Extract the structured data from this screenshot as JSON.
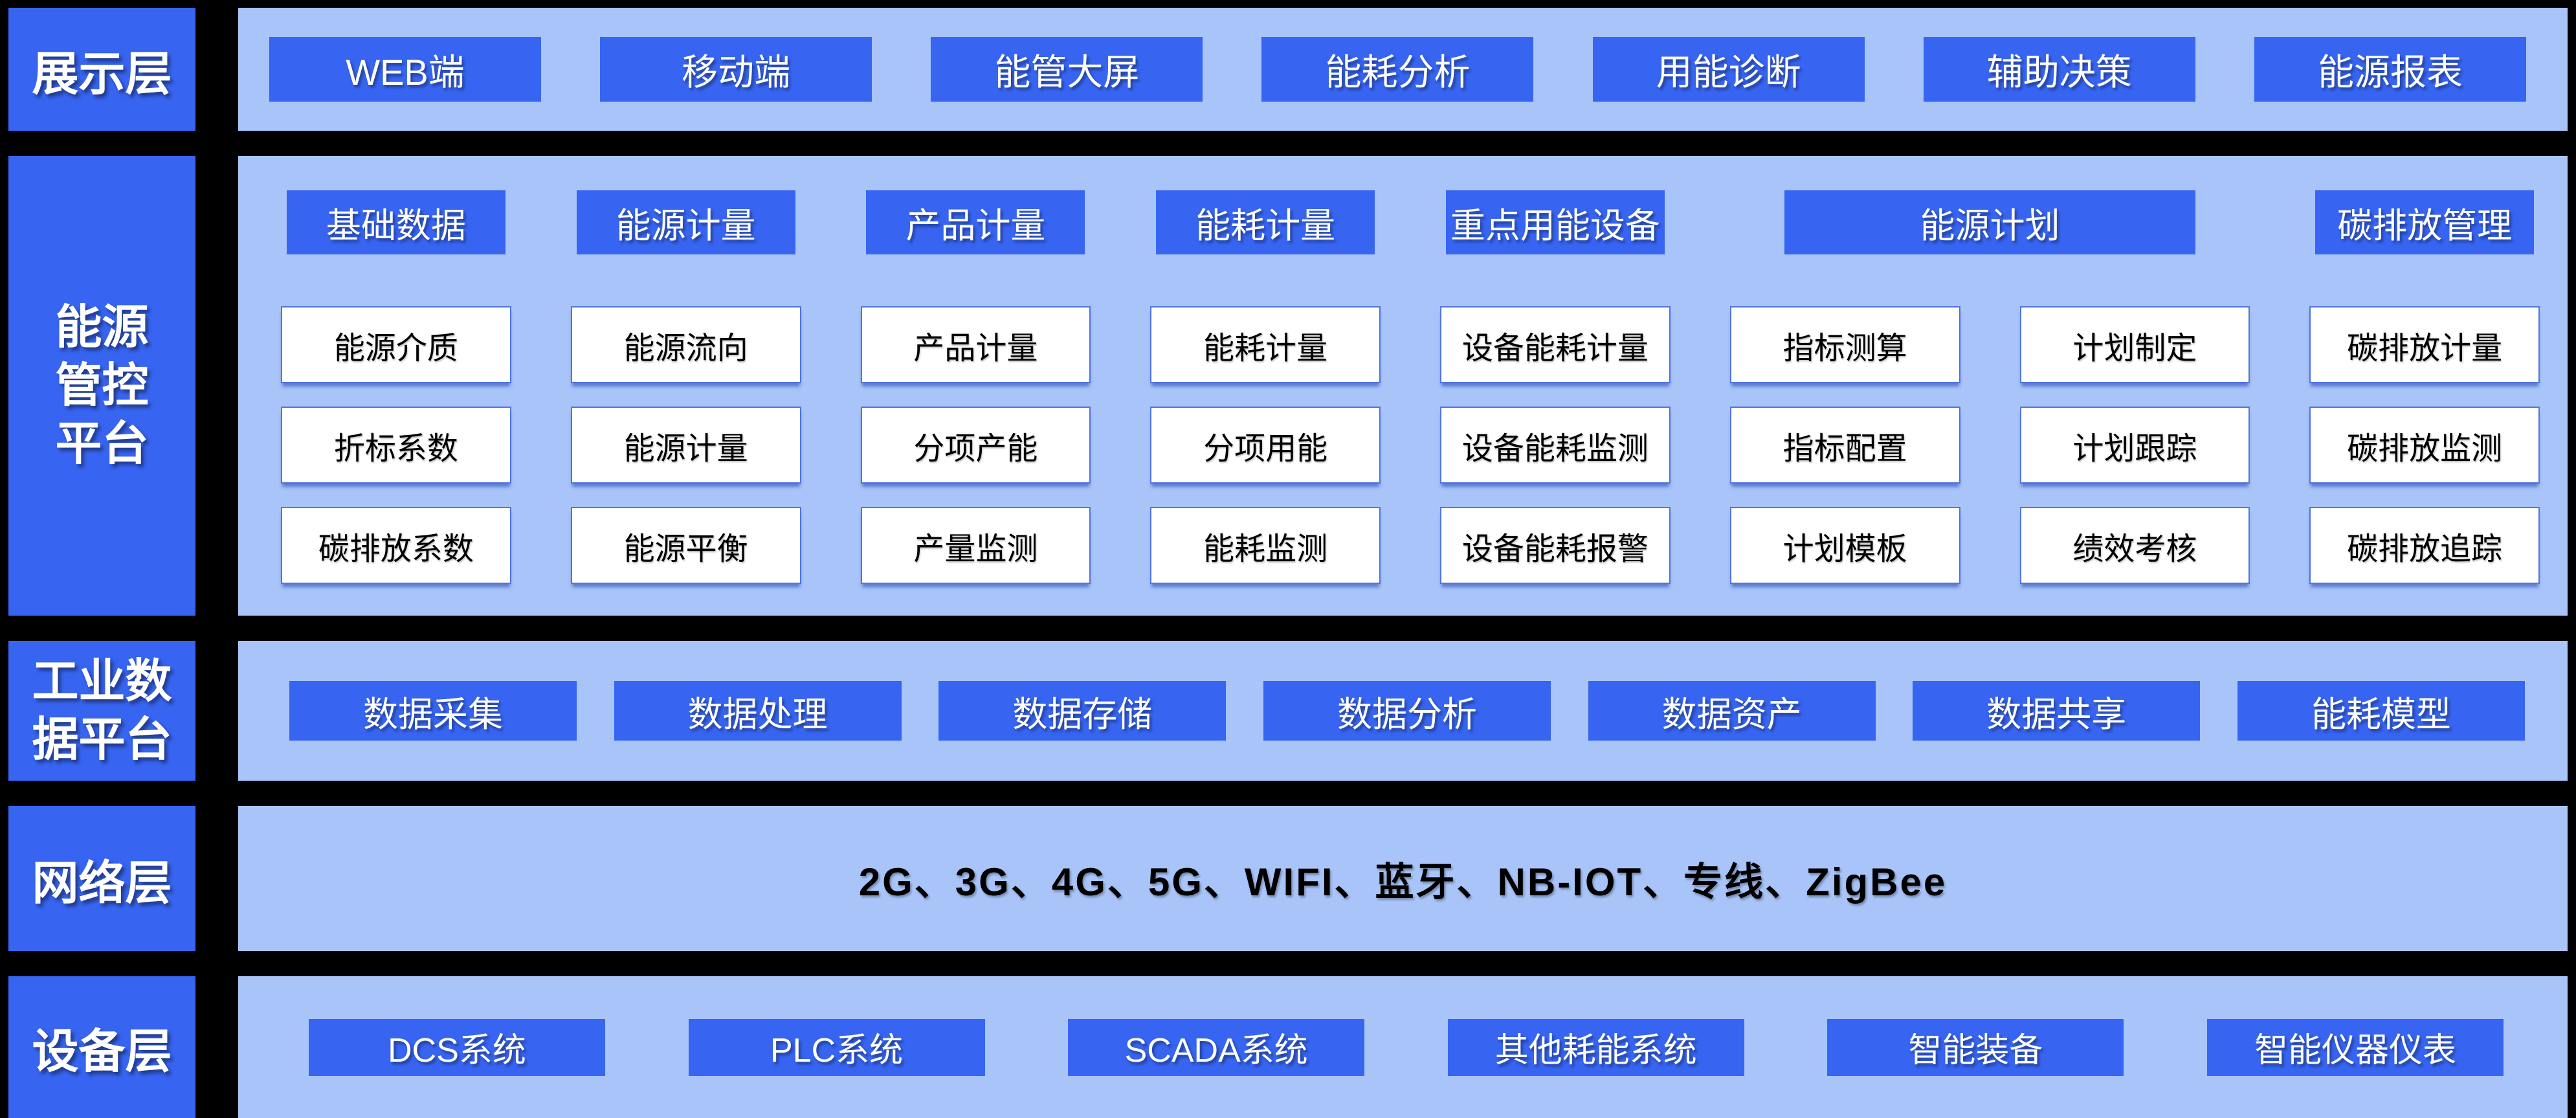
{
  "colors": {
    "background": "#000000",
    "accent_blue": "#3765F2",
    "panel_blue": "#A8C4F8",
    "box_white": "#FFFFFF",
    "box_border_blue": "#4F74E3",
    "text_white": "#FFFFFF",
    "text_black": "#000000"
  },
  "presentation_layer": {
    "label": "展示层",
    "buttons": [
      "WEB端",
      "移动端",
      "能管大屏",
      "能耗分析",
      "用能诊断",
      "辅助决策",
      "能源报表"
    ]
  },
  "energy_platform_layer": {
    "label": "能源管控平台",
    "group_headers": [
      {
        "label": "基础数据",
        "span": 1
      },
      {
        "label": "能源计量",
        "span": 1
      },
      {
        "label": "产品计量",
        "span": 1
      },
      {
        "label": "能耗计量",
        "span": 1
      },
      {
        "label": "重点用能设备",
        "span": 1
      },
      {
        "label": "能源计划",
        "span": 2
      },
      {
        "label": "碳排放管理",
        "span": 1
      }
    ],
    "module_rows": [
      [
        "能源介质",
        "能源流向",
        "产品计量",
        "能耗计量",
        "设备能耗计量",
        "指标测算",
        "计划制定",
        "碳排放计量"
      ],
      [
        "折标系数",
        "能源计量",
        "分项产能",
        "分项用能",
        "设备能耗监测",
        "指标配置",
        "计划跟踪",
        "碳排放监测"
      ],
      [
        "碳排放系数",
        "能源平衡",
        "产量监测",
        "能耗监测",
        "设备能耗报警",
        "计划模板",
        "绩效考核",
        "碳排放追踪"
      ]
    ]
  },
  "data_platform_layer": {
    "label": "工业数据平台",
    "buttons": [
      "数据采集",
      "数据处理",
      "数据存储",
      "数据分析",
      "数据资产",
      "数据共享",
      "能耗模型"
    ]
  },
  "network_layer": {
    "label": "网络层",
    "text": "2G、3G、4G、5G、WIFI、蓝牙、NB-IOT、专线、ZigBee"
  },
  "device_layer": {
    "label": "设备层",
    "buttons": [
      "DCS系统",
      "PLC系统",
      "SCADA系统",
      "其他耗能系统",
      "智能装备",
      "智能仪器仪表"
    ]
  }
}
